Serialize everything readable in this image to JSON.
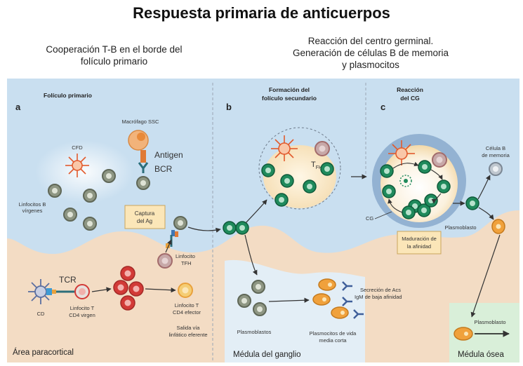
{
  "title": "Respuesta primaria de anticuerpos",
  "headers": {
    "left_line1": "Cooperación T-B en el borde del",
    "left_line2": "folículo primario",
    "right_line1": "Reacción del centro germinal.",
    "right_line2": "Generación de células B de memoria",
    "right_line3": "y plasmocitos"
  },
  "panels": {
    "a": {
      "letter": "a",
      "title": "Folículo primario"
    },
    "b": {
      "letter": "b",
      "title_line1": "Formación del",
      "title_line2": "folículo secundario"
    },
    "c": {
      "letter": "c",
      "title_line1": "Reacción",
      "title_line2": "del CG"
    }
  },
  "labels": {
    "macrofago": "Macrófago SSC",
    "antigen": "Antigen",
    "bcr": "BCR",
    "cfd": "CFD",
    "linfocitos_b_1": "Linfocitos B",
    "linfocitos_b_2": "vírgenes",
    "captura_1": "Captura",
    "captura_2": "del Ag",
    "tfh_1": "Linfocito",
    "tfh_2": "TFH",
    "tcr": "TCR",
    "cd": "CD",
    "t_virgen_1": "Linfocito T",
    "t_virgen_2": "CD4 virgen",
    "t_efector_1": "Linfocito T",
    "t_efector_2": "CD4 efector",
    "salida_1": "Salida vía",
    "salida_2": "linfático eferente",
    "tfh_small_main": "T",
    "tfh_small_sub": "FH",
    "cg": "CG",
    "maduracion_1": "Maduración de",
    "maduracion_2": "la afinidad",
    "celula_mem_1": "Célula B",
    "celula_mem_2": "de memoria",
    "plasmoblasto_right": "Plasmoblasto",
    "secrecion_1": "Secreción de Acs",
    "secrecion_2": "IgM de baja afinidad",
    "plasmoblastos": "Plasmoblastos",
    "plasmocitos_1": "Plasmocitos de vida",
    "plasmocitos_2": "media corta",
    "plasmoblasto_bottom": "Plasmoblasto"
  },
  "regions": {
    "paracortical": "Área paracortical",
    "medula_ganglio": "Médula del ganglio",
    "medula_osea": "Médula ósea"
  },
  "colors": {
    "follicle_blue": "#c9dff0",
    "paracortex": "#f3dcc4",
    "medulla": "#e3eef6",
    "bone": "#d9efd9",
    "green_cell": "#1f8a5c",
    "naive_cell": "#8e9683",
    "red_cell": "#d23a37",
    "orange_cell": "#f0a13c"
  }
}
